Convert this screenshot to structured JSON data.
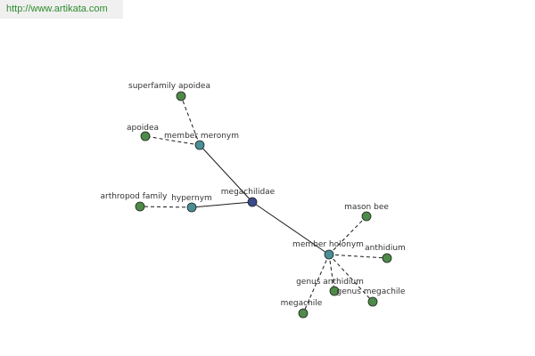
{
  "watermark": {
    "text": "http://www.artikata.com"
  },
  "colors": {
    "center": "#3a4a8c",
    "relation": "#4a8f95",
    "leaf": "#4e8a48",
    "edge": "#1a1a1a",
    "label": "#333333"
  },
  "graph": {
    "nodes": [
      {
        "id": "megachilidae",
        "label": "megachilidae",
        "kind": "center"
      },
      {
        "id": "member-meronym",
        "label": "member meronym",
        "kind": "relation"
      },
      {
        "id": "hypernym",
        "label": "hypernym",
        "kind": "relation"
      },
      {
        "id": "member-holonym",
        "label": "member holonym",
        "kind": "relation"
      },
      {
        "id": "superfamily-apoidea",
        "label": "superfamily apoidea",
        "kind": "leaf"
      },
      {
        "id": "apoidea",
        "label": "apoidea",
        "kind": "leaf"
      },
      {
        "id": "arthropod-family",
        "label": "arthropod family",
        "kind": "leaf"
      },
      {
        "id": "mason-bee",
        "label": "mason bee",
        "kind": "leaf"
      },
      {
        "id": "anthidium",
        "label": "anthidium",
        "kind": "leaf"
      },
      {
        "id": "genus-anthidium",
        "label": "genus anthidium",
        "kind": "leaf"
      },
      {
        "id": "genus-megachile",
        "label": "genus megachile",
        "kind": "leaf"
      },
      {
        "id": "megachile",
        "label": "megachile",
        "kind": "leaf"
      }
    ],
    "edges": [
      {
        "from": "megachilidae",
        "to": "member-meronym",
        "style": "solid"
      },
      {
        "from": "megachilidae",
        "to": "hypernym",
        "style": "solid"
      },
      {
        "from": "megachilidae",
        "to": "member-holonym",
        "style": "solid"
      },
      {
        "from": "member-meronym",
        "to": "superfamily-apoidea",
        "style": "dashed"
      },
      {
        "from": "member-meronym",
        "to": "apoidea",
        "style": "dashed"
      },
      {
        "from": "hypernym",
        "to": "arthropod-family",
        "style": "dashed"
      },
      {
        "from": "member-holonym",
        "to": "mason-bee",
        "style": "dashed"
      },
      {
        "from": "member-holonym",
        "to": "anthidium",
        "style": "dashed"
      },
      {
        "from": "member-holonym",
        "to": "genus-anthidium",
        "style": "dashed"
      },
      {
        "from": "member-holonym",
        "to": "genus-megachile",
        "style": "dashed"
      },
      {
        "from": "member-holonym",
        "to": "megachile",
        "style": "dashed"
      }
    ]
  }
}
